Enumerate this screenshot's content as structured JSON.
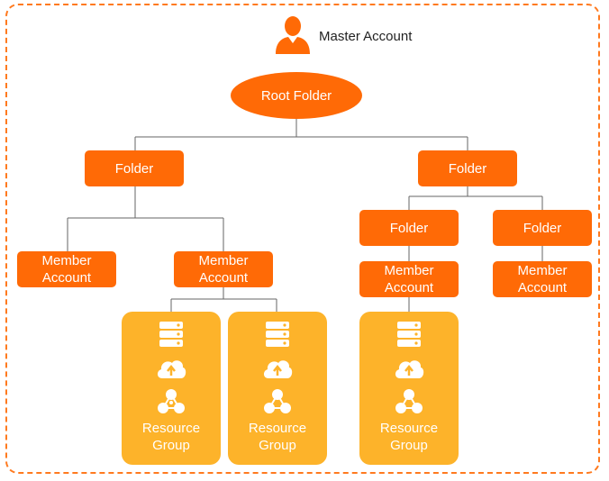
{
  "master": {
    "label": "Master Account",
    "icon": "person-icon"
  },
  "root": {
    "label": "Root Folder"
  },
  "folders": {
    "left": "Folder",
    "right": "Folder",
    "right_child_1": "Folder",
    "right_child_2": "Folder"
  },
  "members": {
    "m1": "Member\nAccount",
    "m2": "Member\nAccount",
    "m3": "Member\nAccount",
    "m4": "Member\nAccount"
  },
  "resource_groups": [
    {
      "label": "Resource\nGroup",
      "icons": [
        "server-icon",
        "cloud-upload-icon",
        "network-icon"
      ]
    },
    {
      "label": "Resource\nGroup",
      "icons": [
        "server-icon",
        "cloud-upload-icon",
        "network-icon"
      ]
    },
    {
      "label": "Resource\nGroup",
      "icons": [
        "server-icon",
        "cloud-upload-icon",
        "network-icon"
      ]
    }
  ],
  "colors": {
    "orange": "#ff6a06",
    "yellow": "#fdb32a",
    "border": "#ff7a1f",
    "line": "#555555"
  }
}
